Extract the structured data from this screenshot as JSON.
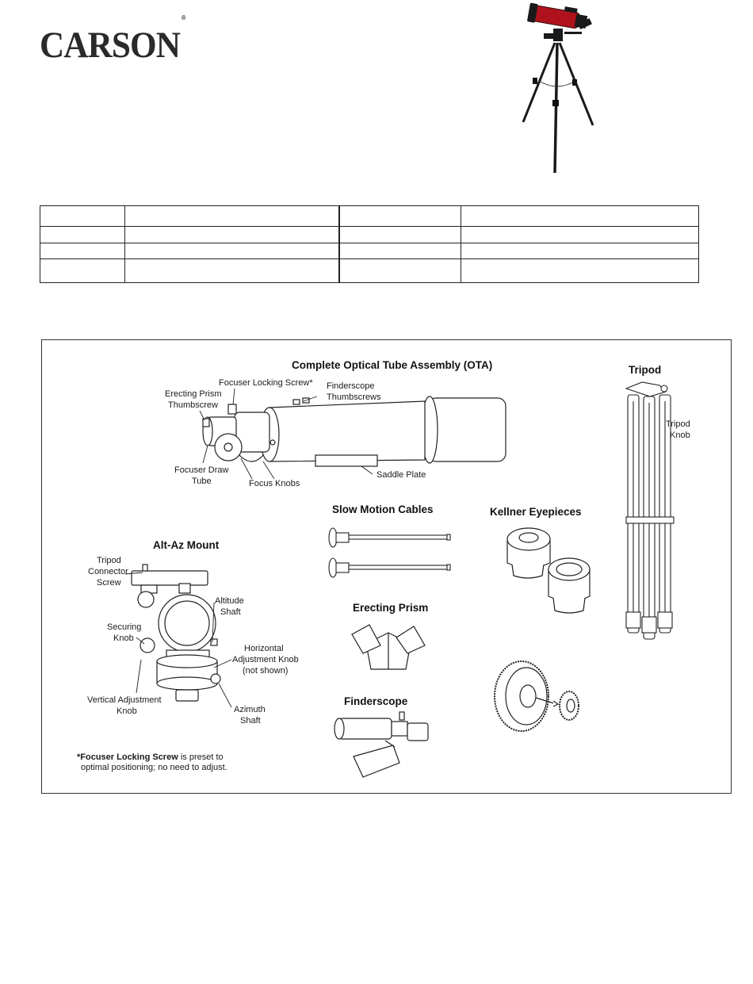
{
  "brand": {
    "name": "CARSON",
    "trademark": "®"
  },
  "spec_table": {
    "rows": [
      [
        "",
        "",
        "",
        ""
      ],
      [
        "",
        "",
        "",
        ""
      ],
      [
        "",
        "",
        "",
        ""
      ],
      [
        "",
        "",
        "",
        ""
      ]
    ]
  },
  "parts": {
    "ota": {
      "title": "Complete Optical Tube Assembly (OTA)",
      "labels": {
        "focuser_locking_screw": "Focuser Locking Screw*",
        "finderscope_thumbscrews_1": "Finderscope",
        "finderscope_thumbscrews_2": "Thumbscrews",
        "erecting_prism_thumbscrew_1": "Erecting Prism",
        "erecting_prism_thumbscrew_2": "Thumbscrew",
        "focuser_draw_tube_1": "Focuser Draw",
        "focuser_draw_tube_2": "Tube",
        "focus_knobs": "Focus Knobs",
        "saddle_plate": "Saddle Plate"
      }
    },
    "tripod": {
      "title": "Tripod",
      "labels": {
        "tripod_knob_1": "Tripod",
        "tripod_knob_2": "Knob"
      }
    },
    "mount": {
      "title": "Alt-Az Mount",
      "labels": {
        "tripod_connector_1": "Tripod",
        "tripod_connector_2": "Connector",
        "tripod_connector_3": "Screw",
        "altitude_1": "Altitude",
        "altitude_2": "Shaft",
        "securing_1": "Securing",
        "securing_2": "Knob",
        "horizontal_1": "Horizontal",
        "horizontal_2": "Adjustment Knob",
        "horizontal_3": "(not shown)",
        "vertical_1": "Vertical Adjustment",
        "vertical_2": "Knob",
        "azimuth_1": "Azimuth",
        "azimuth_2": "Shaft"
      },
      "note_bold": "*Focuser Locking Screw",
      "note_rest": " is preset to",
      "note_line2": "optimal positioning; no need to adjust."
    },
    "slow_motion": {
      "title": "Slow Motion Cables"
    },
    "eyepieces": {
      "title": "Kellner Eyepieces"
    },
    "prism": {
      "title": "Erecting Prism"
    },
    "finderscope": {
      "title": "Finderscope"
    }
  },
  "colors": {
    "telescope_red": "#b0121d",
    "line": "#222222",
    "frame": "#333333"
  }
}
